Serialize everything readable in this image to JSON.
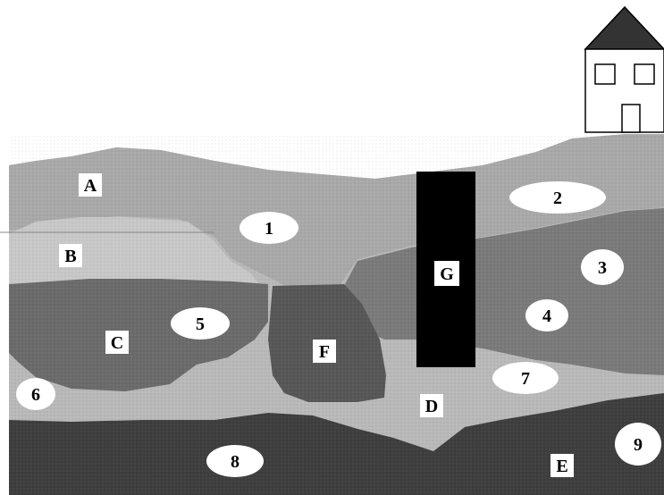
{
  "layers": {
    "A": "A",
    "B": "B",
    "C": "C",
    "D": "D",
    "E": "E",
    "F": "F",
    "G": "G"
  },
  "points": {
    "p1": "1",
    "p2": "2",
    "p3": "3",
    "p4": "4",
    "p5": "5",
    "p6": "6",
    "p7": "7",
    "p8": "8",
    "p9": "9"
  },
  "colors": {
    "layer_A": "#a9a9a9",
    "layer_B": "#c8c8c8",
    "layer_C": "#6b6b6b",
    "layer_D": "#b9b9b9",
    "layer_E": "#3e3e3e",
    "layer_F": "#575757",
    "layer_G": "#000000",
    "layer_3_4": "#7a7a7a",
    "house_roof": "#333333"
  }
}
